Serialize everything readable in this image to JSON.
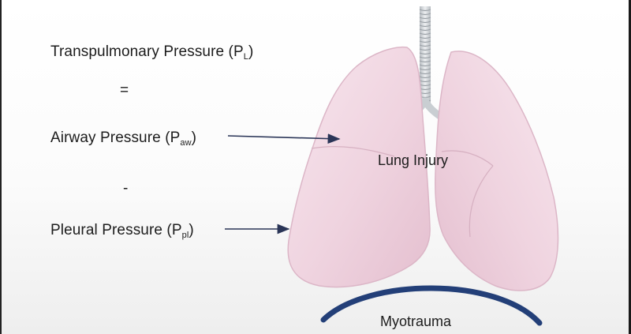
{
  "equation": {
    "transpulmonary": {
      "text": "Transpulmonary Pressure (P",
      "sub": "L",
      "close": ")"
    },
    "equals": "=",
    "airway": {
      "text": "Airway Pressure (P",
      "sub": "aw",
      "close": ")"
    },
    "minus": "-",
    "pleural": {
      "text": "Pleural Pressure (P",
      "sub": "pl",
      "close": ")"
    }
  },
  "labels": {
    "lung_injury": "Lung Injury",
    "myotrauma": "Myotrauma"
  },
  "colors": {
    "lung": "#f1d9e4",
    "lung_edge": "#d9b3c4",
    "diaphragm": "#233f78",
    "arrow": "#2a3557",
    "trachea": "#c9ced2"
  }
}
